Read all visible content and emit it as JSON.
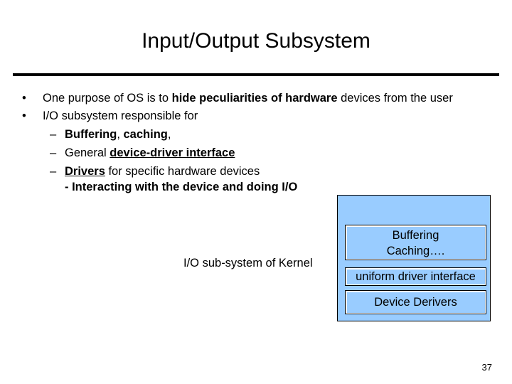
{
  "slide": {
    "title": "Input/Output Subsystem",
    "page_number": "37"
  },
  "bullets": [
    {
      "marker": "•",
      "pre": "One purpose of OS is to ",
      "bold": "hide peculiarities of hardware",
      "post": " devices from the user"
    },
    {
      "marker": "•",
      "text": "I/O subsystem responsible for"
    }
  ],
  "sub_items": [
    {
      "marker": "–",
      "bold": "Buffering",
      "mid": ", ",
      "bold2": "caching",
      "post": ","
    },
    {
      "marker": "–",
      "pre": "General ",
      "bold_underline": "device-driver interface"
    },
    {
      "marker": "–",
      "bold_underline": "Drivers",
      "post": " for specific hardware devices"
    }
  ],
  "driver_note": "- Interacting with the device and doing I/O",
  "diagram": {
    "caption": "I/O sub-system of Kernel",
    "box_color": "#99ccff",
    "layers": [
      {
        "line1": "Buffering",
        "line2": "Caching…."
      },
      {
        "text": "uniform driver interface"
      },
      {
        "text": "Device Derivers"
      }
    ]
  }
}
